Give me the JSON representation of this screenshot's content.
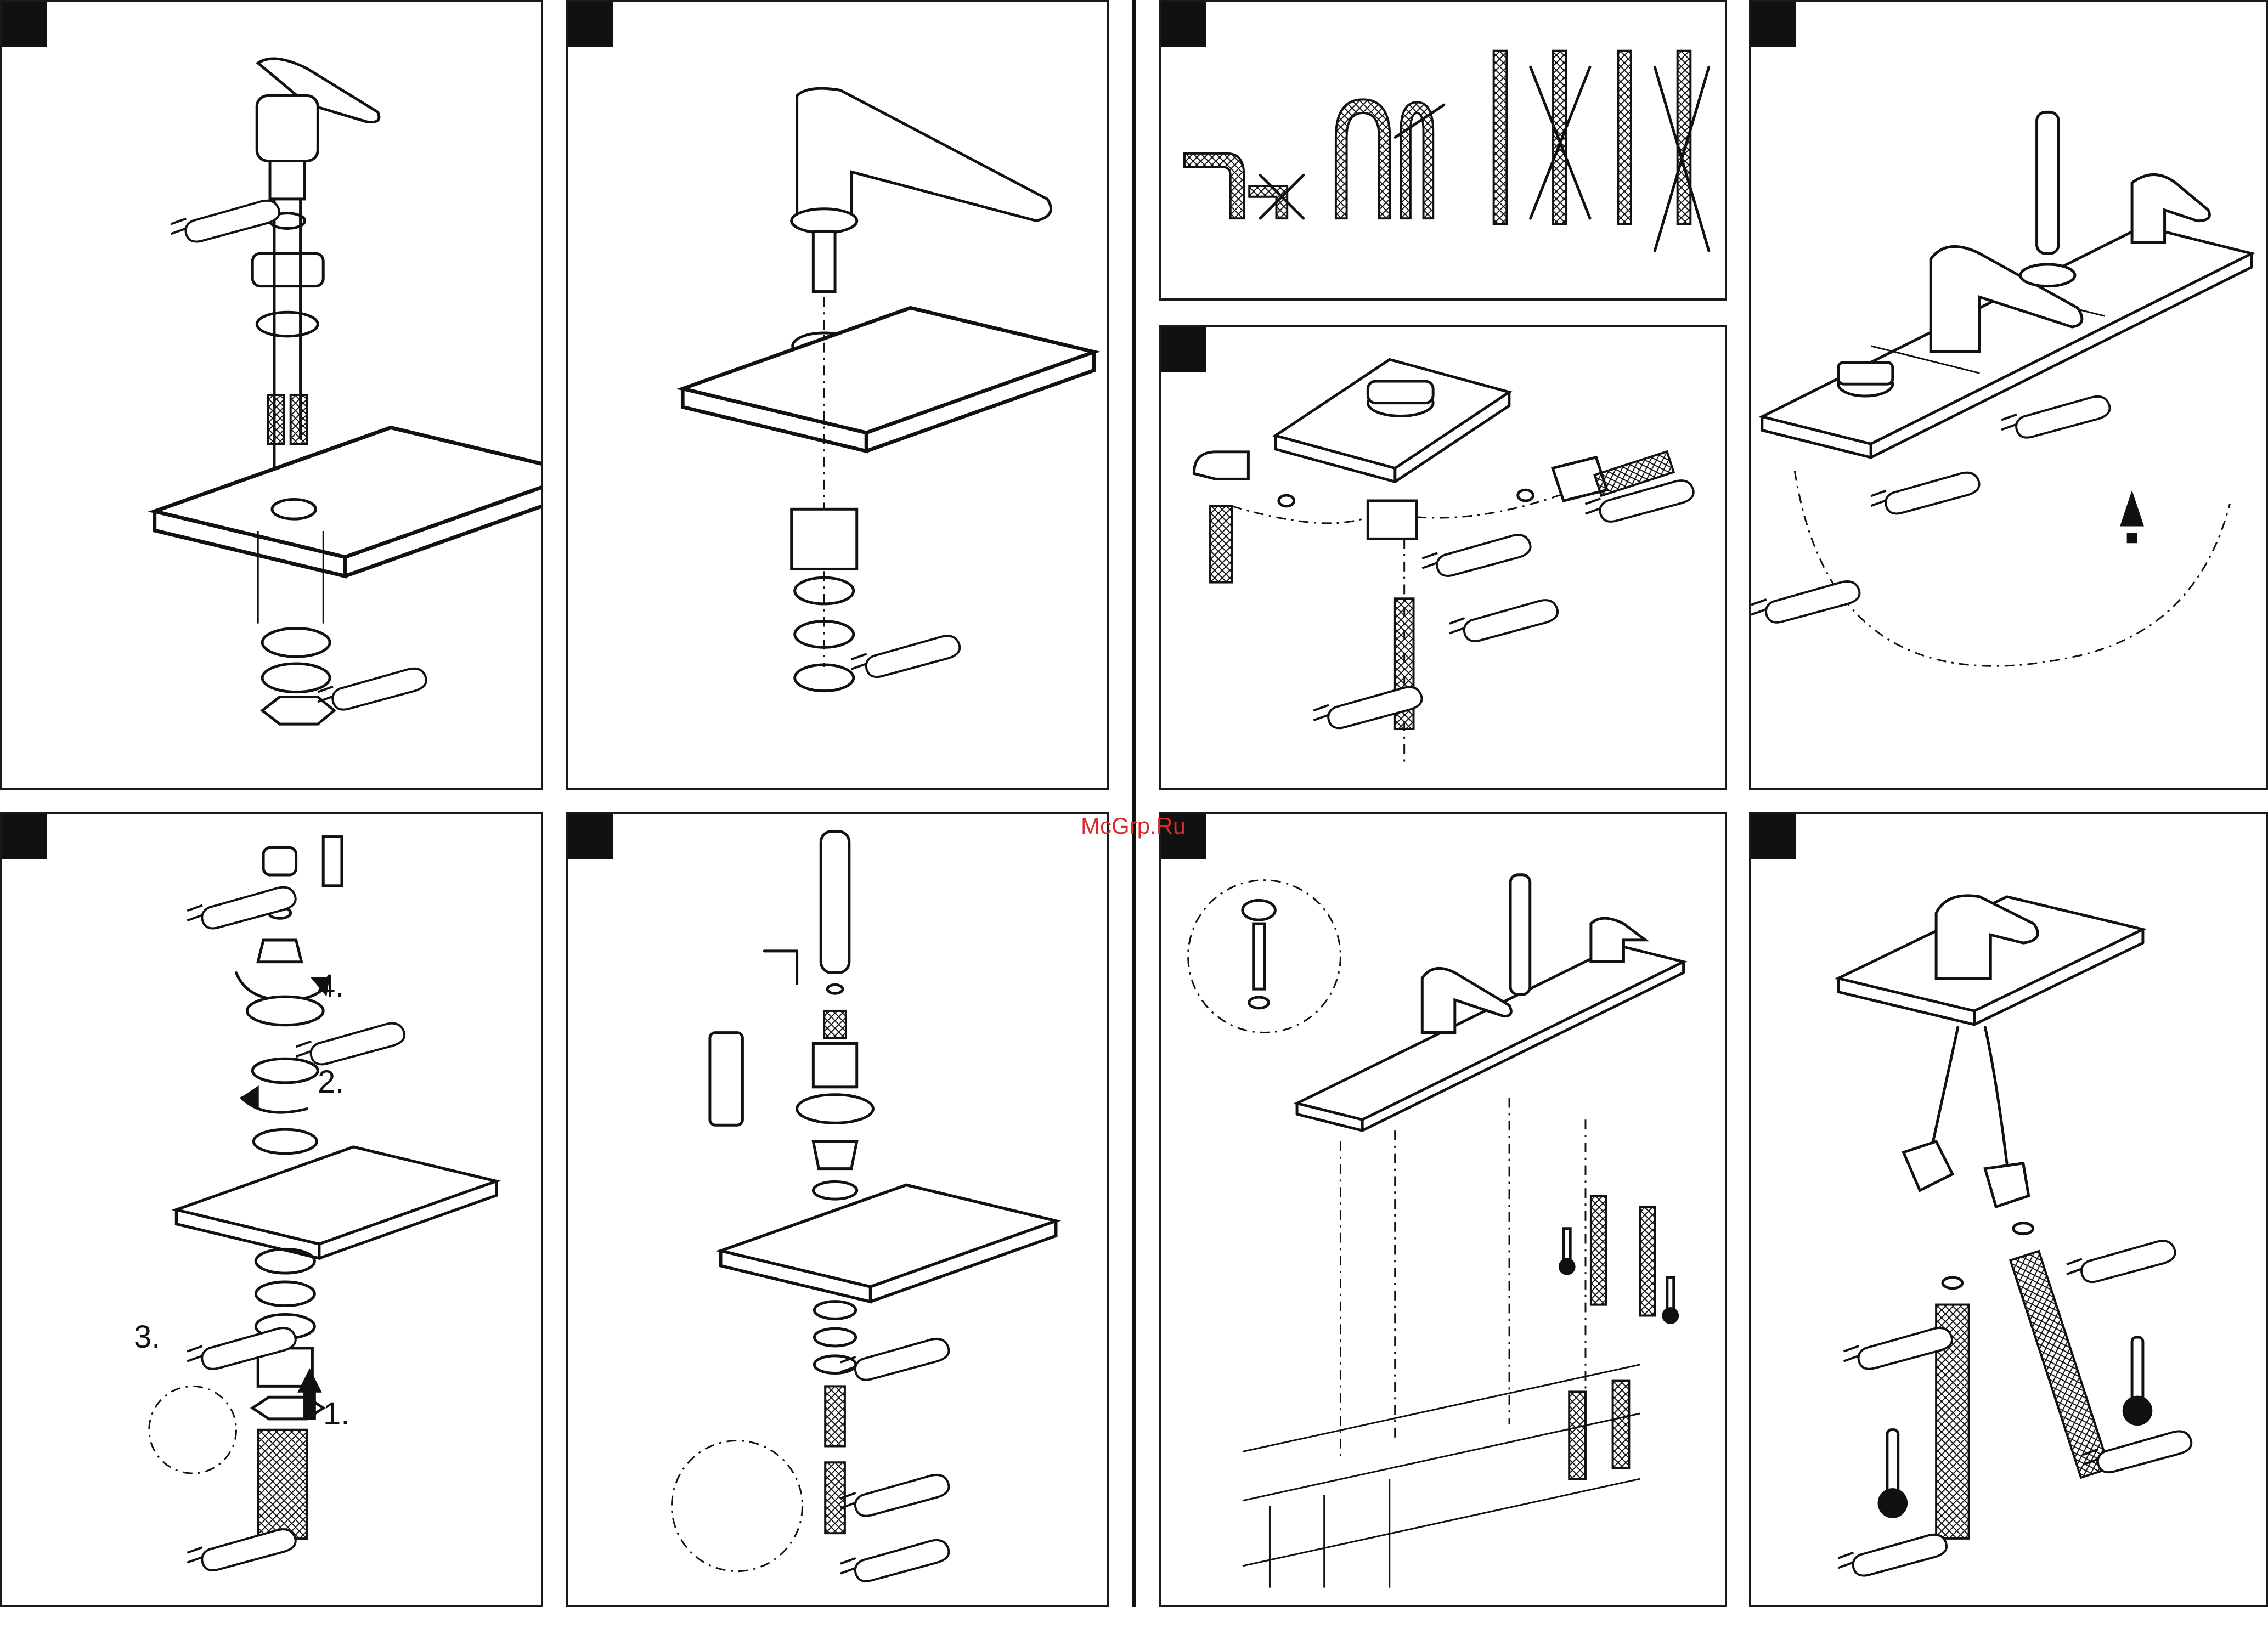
{
  "watermark": "McGrp.Ru",
  "steps": {
    "s4": "4.",
    "s2": "2.",
    "s3": "3.",
    "s1": "1."
  },
  "colors": {
    "line": "#111111",
    "watermark": "#d62c2c"
  },
  "panels": [
    {
      "name": "panel-lever-mixer-mount",
      "icons": [
        "wrench-icon"
      ]
    },
    {
      "name": "panel-spout-mount",
      "icons": [
        "wrench-icon"
      ]
    },
    {
      "name": "panel-hose-bending-rules",
      "icons": [
        "cross-icon"
      ]
    },
    {
      "name": "panel-diverter-connection",
      "icons": [
        "wrench-icon"
      ]
    },
    {
      "name": "panel-full-assembly-connections",
      "icons": [
        "wrench-icon",
        "warning-icon"
      ]
    },
    {
      "name": "panel-valve-mount-steps",
      "icons": [
        "wrench-icon",
        "rotate-arrow-icon"
      ]
    },
    {
      "name": "panel-hand-shower-mount",
      "icons": [
        "wrench-icon",
        "hex-key-icon"
      ]
    },
    {
      "name": "panel-bath-rim-installation",
      "icons": [
        "thermometer-hot-icon",
        "thermometer-cold-icon"
      ]
    },
    {
      "name": "panel-supply-hoses",
      "icons": [
        "thermometer-hot-icon",
        "thermometer-cold-icon"
      ]
    }
  ]
}
